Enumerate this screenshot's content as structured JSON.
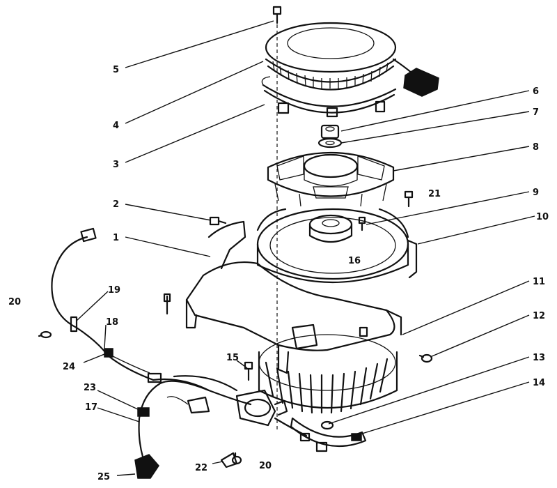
{
  "callouts": [
    {
      "id": "c5",
      "text": "5"
    },
    {
      "id": "c4",
      "text": "4"
    },
    {
      "id": "c3",
      "text": "3"
    },
    {
      "id": "c6",
      "text": "6"
    },
    {
      "id": "c7",
      "text": "7"
    },
    {
      "id": "c8",
      "text": "8"
    },
    {
      "id": "c21",
      "text": "21"
    },
    {
      "id": "c2",
      "text": "2"
    },
    {
      "id": "c9",
      "text": "9"
    },
    {
      "id": "c10",
      "text": "10"
    },
    {
      "id": "c1",
      "text": "1"
    },
    {
      "id": "c16",
      "text": "16"
    },
    {
      "id": "c11",
      "text": "11"
    },
    {
      "id": "c20a",
      "text": "20"
    },
    {
      "id": "c19",
      "text": "19"
    },
    {
      "id": "c12",
      "text": "12"
    },
    {
      "id": "c18",
      "text": "18"
    },
    {
      "id": "c13",
      "text": "13"
    },
    {
      "id": "c15",
      "text": "15"
    },
    {
      "id": "c24",
      "text": "24"
    },
    {
      "id": "c14",
      "text": "14"
    },
    {
      "id": "c23",
      "text": "23"
    },
    {
      "id": "c17",
      "text": "17"
    },
    {
      "id": "c22",
      "text": "22"
    },
    {
      "id": "c20b",
      "text": "20"
    },
    {
      "id": "c25",
      "text": "25"
    }
  ]
}
